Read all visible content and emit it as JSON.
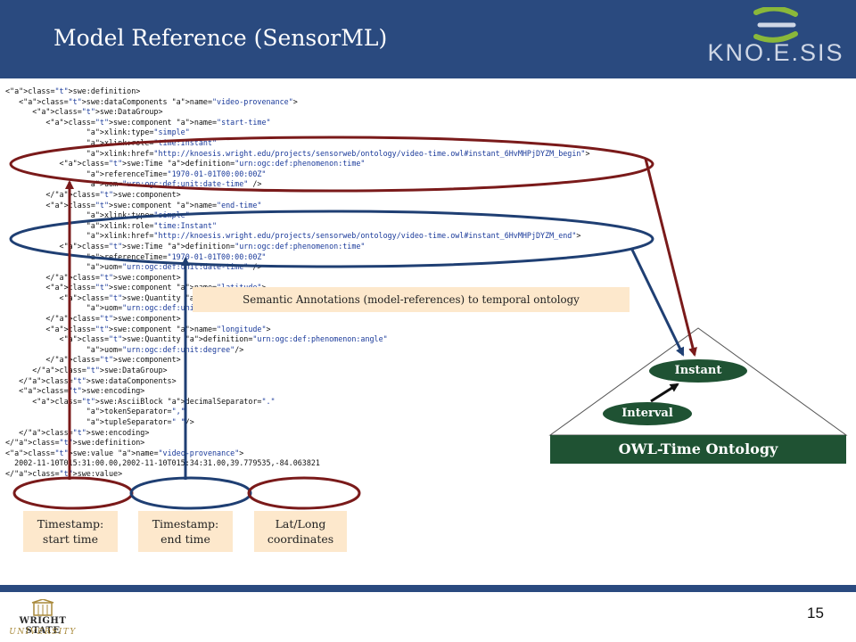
{
  "header": {
    "title": "Model Reference (SensorML)"
  },
  "logo": {
    "text": "KNO.E.SIS",
    "color": "#cfd7e6"
  },
  "code": {
    "lines": [
      "<swe:definition>",
      "   <swe:dataComponents name=\"video-provenance\">",
      "      <swe:DataGroup>",
      "         <swe:component name=\"start-time\"",
      "                  xlink:type=\"simple\"",
      "                  xlink:role=\"time:Instant\"",
      "                  xlink:href=\"http://knoesis.wright.edu/projects/sensorweb/ontology/video-time.owl#instant_6HvMHPjDYZM_begin\">",
      "            <swe:Time definition=\"urn:ogc:def:phenomenon:time\"",
      "                  referenceTime=\"1970-01-01T00:00:00Z\"",
      "                  uom=\"urn:ogc:def:unit:date-time\" />",
      "         </swe:component>",
      "         <swe:component name=\"end-time\"",
      "                  xlink:type=\"simple\"",
      "                  xlink:role=\"time:Instant\"",
      "                  xlink:href=\"http://knoesis.wright.edu/projects/sensorweb/ontology/video-time.owl#instant_6HvMHPjDYZM_end\">",
      "            <swe:Time definition=\"urn:ogc:def:phenomenon:time\"",
      "                  referenceTime=\"1970-01-01T00:00:00Z\"",
      "                  uom=\"urn:ogc:def:unit:date-time\" />",
      "         </swe:component>",
      "         <swe:component name=\"latitude\">",
      "            <swe:Quantity definition=\"urn:ogc:def:phenomenon:angle\"",
      "                  uom=\"urn:ogc:def:unit:degree\"/>",
      "         </swe:component>",
      "         <swe:component name=\"longitude\">",
      "            <swe:Quantity definition=\"urn:ogc:def:phenomenon:angle\"",
      "                  uom=\"urn:ogc:def:unit:degree\"/>",
      "         </swe:component>",
      "      </swe:DataGroup>",
      "   </swe:dataComponents>",
      "   <swe:encoding>",
      "      <swe:AsciiBlock decimalSeparator=\".\"",
      "                  tokenSeparator=\",\"",
      "                  tupleSeparator=\" \"/>",
      "   </swe:encoding>",
      "</swe:definition>",
      "<swe:value name=\"video-provenance\">",
      "  2002-11-10T015:31:00.00,2002-11-10T015:34:31.00,39.779535,-84.063821",
      "</swe:value>"
    ]
  },
  "annotation": {
    "label": "Semantic Annotations (model-references) to temporal ontology"
  },
  "boxes": {
    "start": "Timestamp:\nstart time",
    "end": "Timestamp:\nend time",
    "latlong": "Lat/Long\ncoordinates"
  },
  "ontology": {
    "title": "OWL-Time Ontology",
    "instant": "Instant",
    "interval": "Interval"
  },
  "footer": {
    "page_number": "15",
    "university_line1": "WRIGHT STATE",
    "university_line2": "UNIVERSITY"
  },
  "colors": {
    "header": "#2a4a7f",
    "ellipse_red": "#7a1a1a",
    "ellipse_blue": "#1f3f73",
    "ontology_green": "#1f5233",
    "box_fill": "#fde8cc"
  }
}
